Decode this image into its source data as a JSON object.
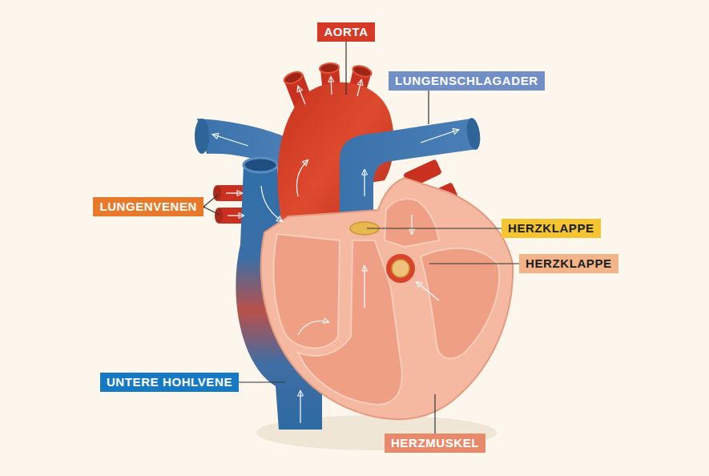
{
  "diagram": {
    "nodes": [
      {
        "text": [
          "AORTA"
        ]
      },
      {
        "text": [
          "LUNGENSCHLAGADER"
        ]
      },
      {
        "text": [
          "LUNGENVENEN"
        ]
      },
      {
        "text": [
          "HERZKLAPPE"
        ]
      },
      {
        "text": [
          "HERZKLAPPE"
        ]
      },
      {
        "text": [
          "UNTERE HOHLVENE"
        ]
      },
      {
        "text": [
          "HERZMUSKEL"
        ]
      }
    ]
  }
}
